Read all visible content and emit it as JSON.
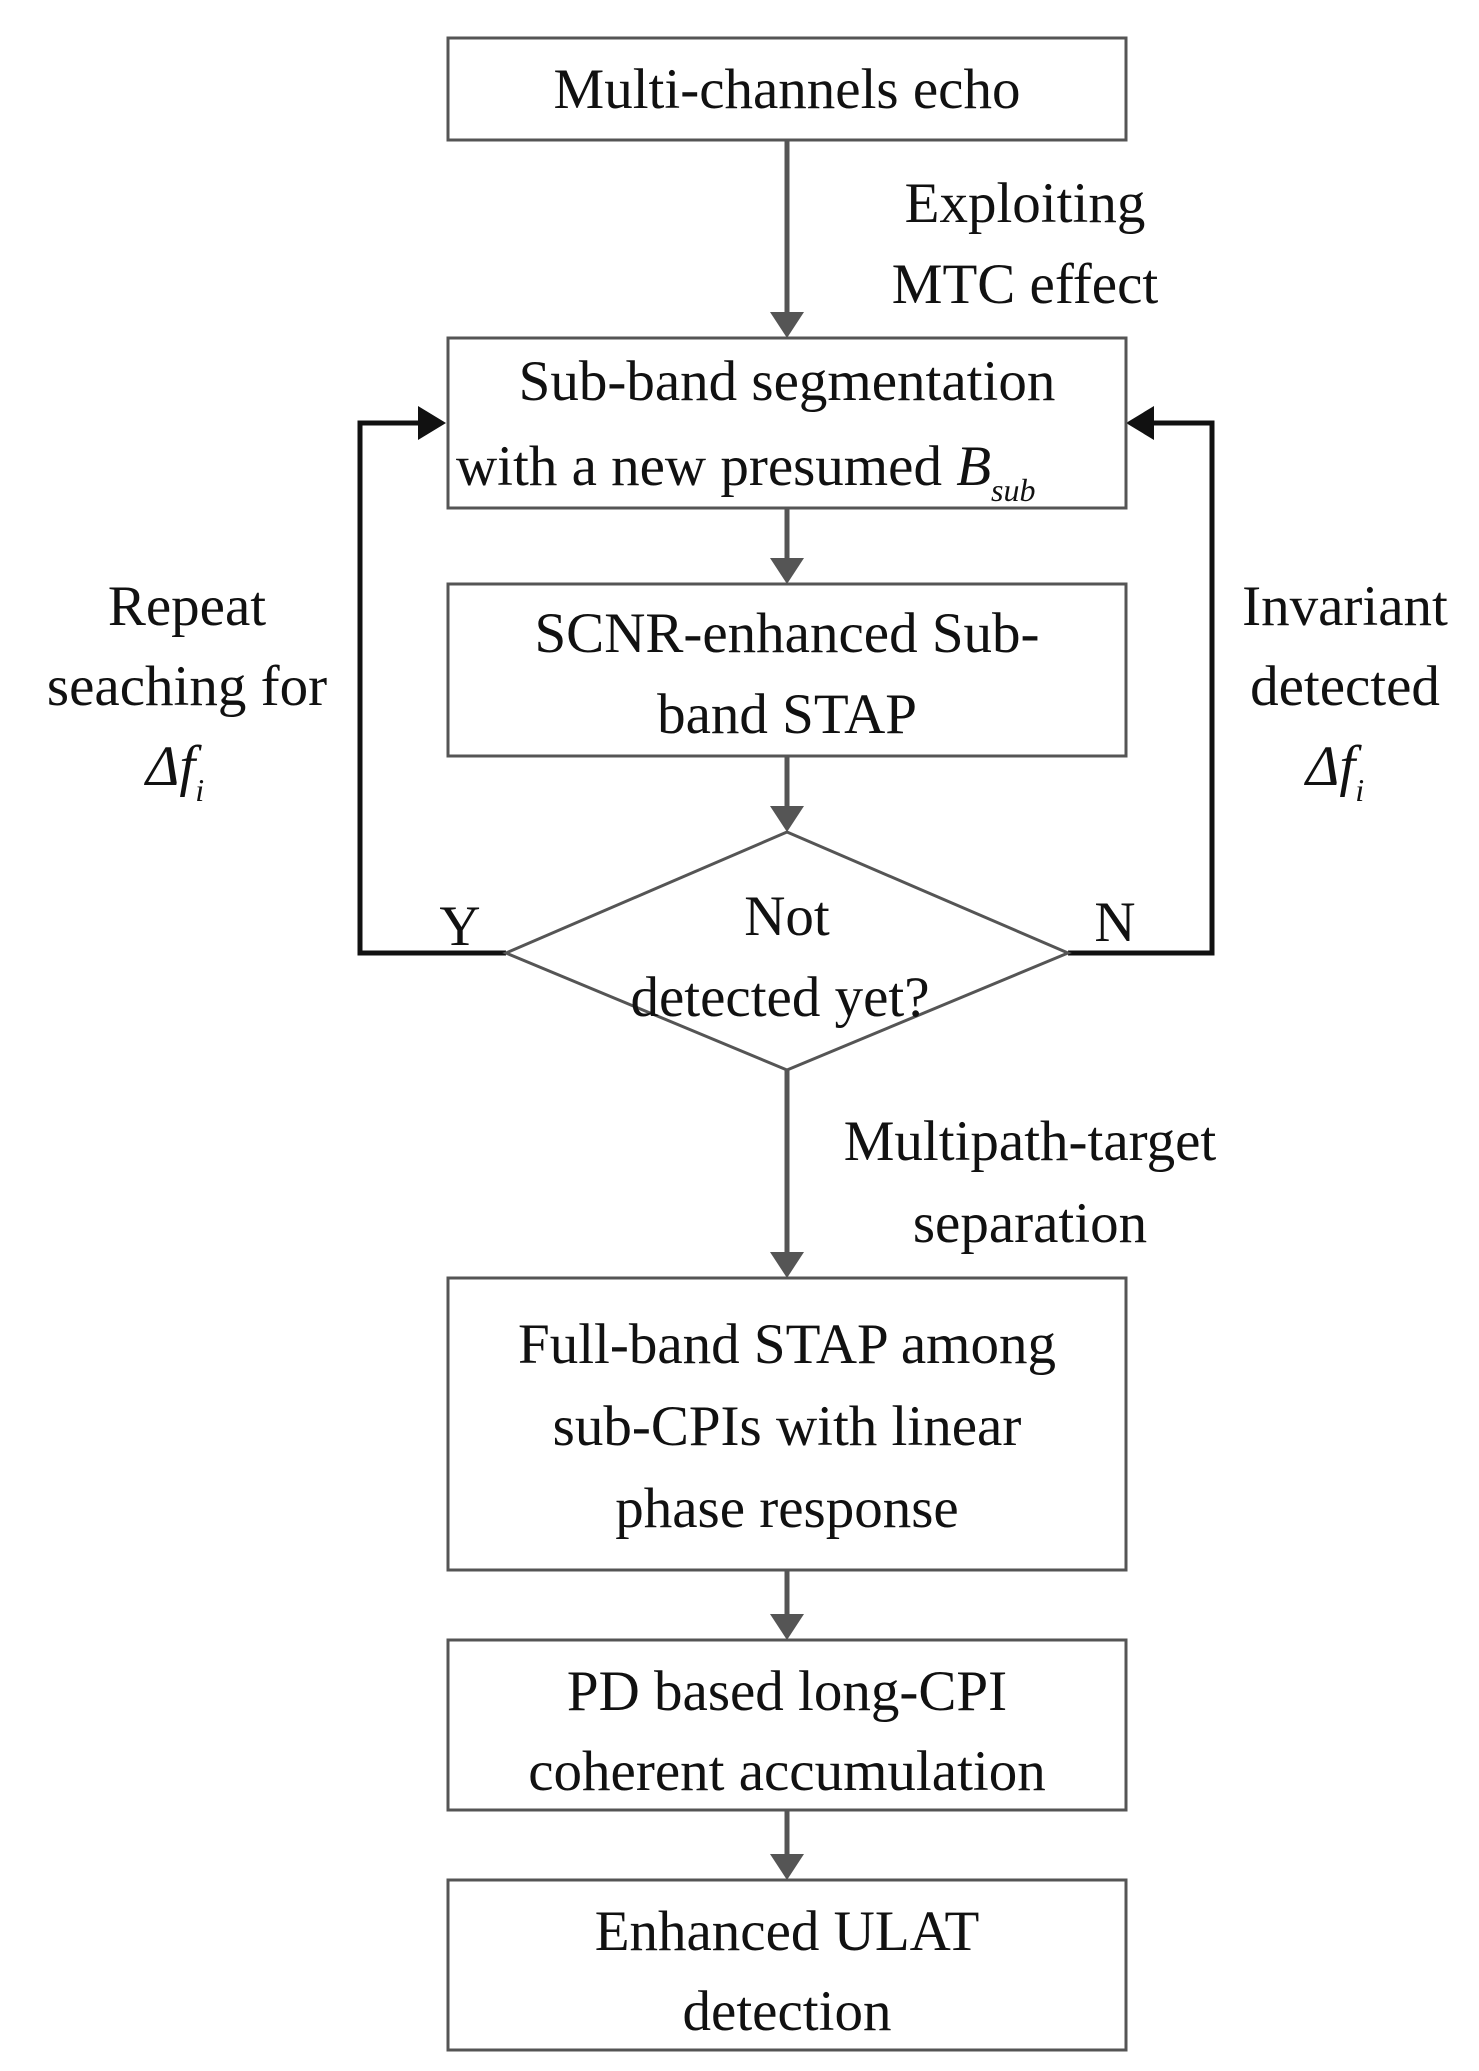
{
  "nodes": {
    "echo": {
      "text": "Multi-channels echo"
    },
    "segmentation": {
      "line1": "Sub-band segmentation",
      "line2_prefix": "with a new presumed ",
      "line2_symbol": "B",
      "line2_subscript": "sub"
    },
    "scnr": {
      "line1": "SCNR-enhanced Sub-",
      "line2": "band STAP"
    },
    "decision": {
      "line1": "Not",
      "line2": "detected yet?"
    },
    "fullband": {
      "line1": "Full-band STAP among",
      "line2": "sub-CPIs with linear",
      "line3": "phase response"
    },
    "pd": {
      "line1": "PD based long-CPI",
      "line2": "coherent accumulation"
    },
    "enhanced": {
      "line1": "Enhanced ULAT",
      "line2": "detection"
    }
  },
  "edges": {
    "mtc": {
      "line1": "Exploiting",
      "line2": "MTC effect"
    },
    "separation": {
      "line1": "Multipath-target",
      "line2": "separation"
    },
    "yes": {
      "text": "Y"
    },
    "no": {
      "text": "N"
    }
  },
  "side_notes": {
    "left": {
      "line1": "Repeat",
      "line2": "seaching for",
      "symbol": "Δf",
      "subscript": "i"
    },
    "right": {
      "line1": "Invariant",
      "line2": "detected",
      "symbol": "Δf",
      "subscript": "i"
    }
  }
}
